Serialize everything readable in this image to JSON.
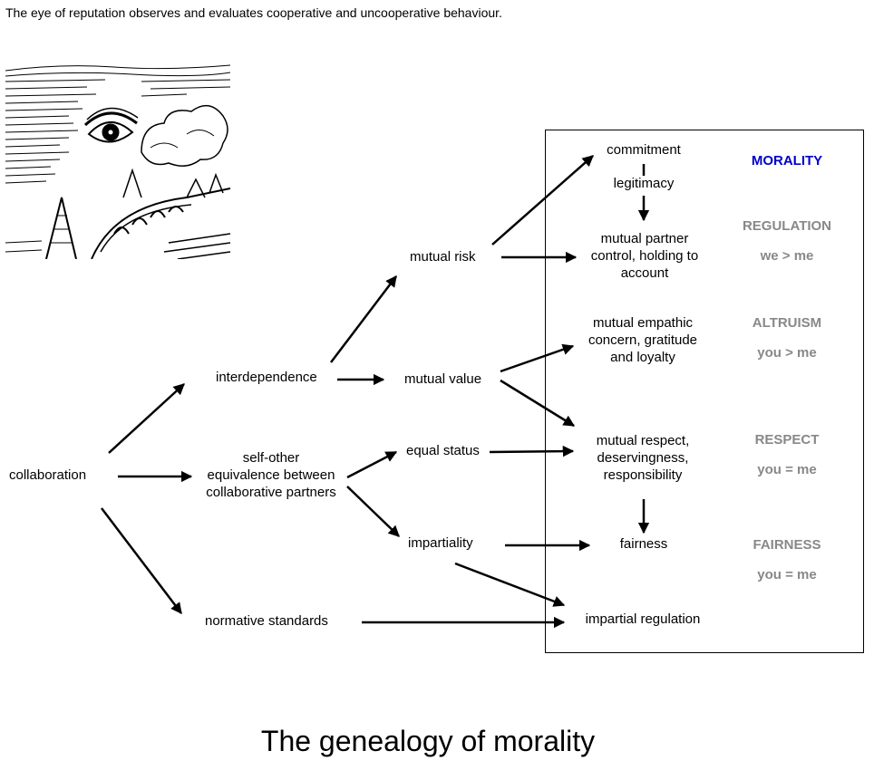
{
  "caption": "The eye of reputation observes and evaluates cooperative and uncooperative behaviour.",
  "image": {
    "icon": "eye-of-reputation-engraving"
  },
  "nodes": {
    "collaboration": "collaboration",
    "interdependence": "interdependence",
    "self_other": [
      "self-other",
      "equivalence between",
      "collaborative partners"
    ],
    "normative_standards": "normative standards",
    "mutual_risk": "mutual risk",
    "mutual_value": "mutual value",
    "equal_status": "equal status",
    "impartiality": "impartiality",
    "commitment": "commitment",
    "legitimacy": "legitimacy",
    "mutual_partner_control": [
      "mutual partner",
      "control, holding to",
      "account"
    ],
    "mutual_empathic": [
      "mutual empathic",
      "concern, gratitude",
      "and loyalty"
    ],
    "mutual_respect": [
      "mutual respect,",
      "deservingness,",
      "responsibility"
    ],
    "fairness": "fairness",
    "impartial_regulation": "impartial regulation"
  },
  "categories": {
    "morality": {
      "label": "MORALITY",
      "color": "#0000cc"
    },
    "regulation": {
      "label": "REGULATION",
      "relation": "we > me",
      "color": "#888888"
    },
    "altruism": {
      "label": "ALTRUISM",
      "relation": "you > me",
      "color": "#888888"
    },
    "respect": {
      "label": "RESPECT",
      "relation": "you = me",
      "color": "#888888"
    },
    "fairness": {
      "label": "FAIRNESS",
      "relation": "you = me",
      "color": "#888888"
    }
  },
  "title": "The genealogy of morality"
}
